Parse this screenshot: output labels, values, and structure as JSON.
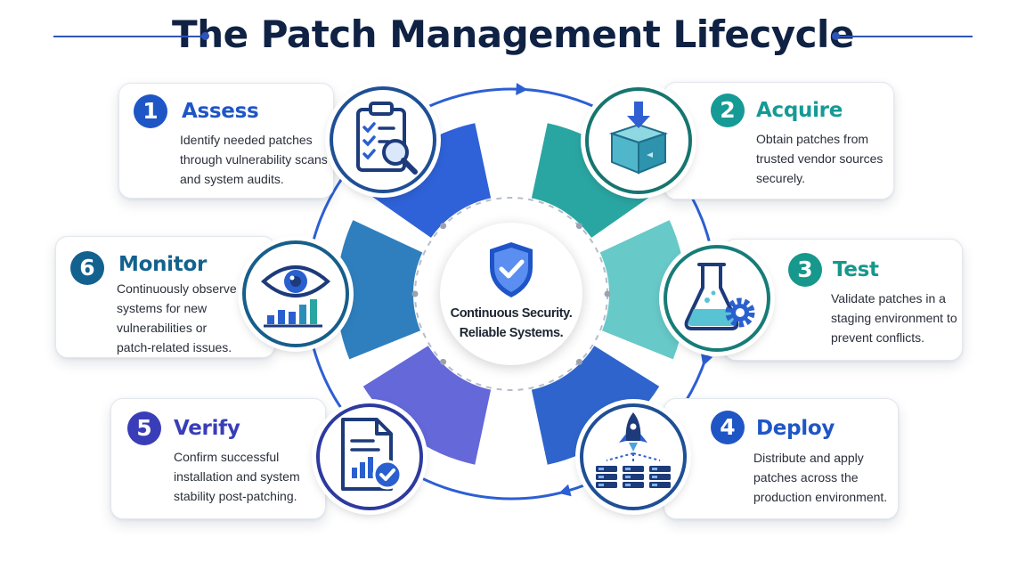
{
  "title": "The Patch Management Lifecycle",
  "center": {
    "line1": "Continuous Security.",
    "line2": "Reliable Systems."
  },
  "steps": [
    {
      "number": "1",
      "title": "Assess",
      "lines": [
        "Identify needed patches",
        "through vulnerability scans",
        "and system audits."
      ],
      "color": "#1f56c6",
      "icon": "clipboard-checklist-magnifier-icon"
    },
    {
      "number": "2",
      "title": "Acquire",
      "lines": [
        "Obtain patches from",
        "trusted vendor sources",
        "securely."
      ],
      "color": "#169a96",
      "icon": "download-box-icon"
    },
    {
      "number": "3",
      "title": "Test",
      "lines": [
        "Validate patches in a",
        "staging environment to",
        "prevent conflicts."
      ],
      "color": "#16988c",
      "icon": "flask-gear-icon"
    },
    {
      "number": "4",
      "title": "Deploy",
      "lines": [
        "Distribute and apply",
        "patches across the",
        "production environment."
      ],
      "color": "#1f56c6",
      "icon": "rocket-servers-icon"
    },
    {
      "number": "5",
      "title": "Verify",
      "lines": [
        "Confirm successful",
        "installation and system",
        "stability post-patching."
      ],
      "color": "#3a3db8",
      "icon": "document-checkmark-icon"
    },
    {
      "number": "6",
      "title": "Monitor",
      "lines": [
        "Continuously observe",
        "systems for new",
        "vulnerabilities or",
        "patch-related issues."
      ],
      "color": "#13618e",
      "icon": "eye-bar-chart-icon"
    }
  ],
  "colors": {
    "title": "#0f2244",
    "segment_assess": "#2f62d8",
    "segment_acquire": "#2aa6a2",
    "segment_test": "#67c9c8",
    "segment_deploy": "#2e64cc",
    "segment_verify": "#6468d8",
    "segment_monitor": "#2f7fbe",
    "cycle_arrows": "#2d5fd4",
    "shield": "#1f54c8"
  }
}
